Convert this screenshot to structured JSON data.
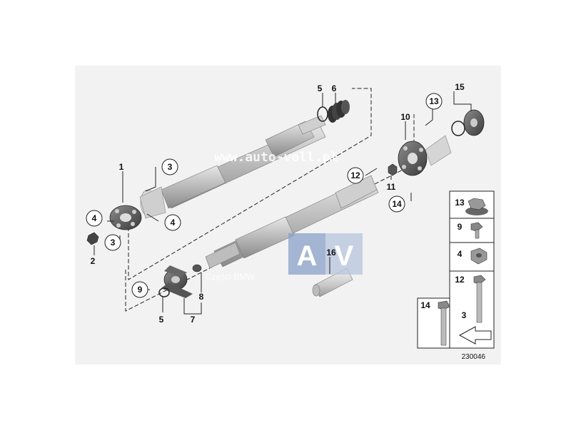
{
  "diagram": {
    "image_number": "230046",
    "watermark_url": "www.auto-voll.pl",
    "watermark_logo": "AV",
    "watermark_caption": "Części BMW",
    "callouts": [
      {
        "id": "c1",
        "label": "1",
        "circled": false
      },
      {
        "id": "c2",
        "label": "2",
        "circled": false
      },
      {
        "id": "c3a",
        "label": "3",
        "circled": true
      },
      {
        "id": "c3b",
        "label": "3",
        "circled": true
      },
      {
        "id": "c4a",
        "label": "4",
        "circled": true
      },
      {
        "id": "c4b",
        "label": "4",
        "circled": true
      },
      {
        "id": "c5a",
        "label": "5",
        "circled": false
      },
      {
        "id": "c5b",
        "label": "5",
        "circled": false
      },
      {
        "id": "c6",
        "label": "6",
        "circled": false
      },
      {
        "id": "c7",
        "label": "7",
        "circled": false
      },
      {
        "id": "c8",
        "label": "8",
        "circled": false
      },
      {
        "id": "c9",
        "label": "9",
        "circled": true
      },
      {
        "id": "c10",
        "label": "10",
        "circled": false
      },
      {
        "id": "c11",
        "label": "11",
        "circled": false
      },
      {
        "id": "c12",
        "label": "12",
        "circled": true
      },
      {
        "id": "c13",
        "label": "13",
        "circled": true
      },
      {
        "id": "c14",
        "label": "14",
        "circled": true
      },
      {
        "id": "c15",
        "label": "15",
        "circled": false
      },
      {
        "id": "c16",
        "label": "16",
        "circled": false
      }
    ],
    "legend": [
      {
        "id": "l13",
        "label": "13"
      },
      {
        "id": "l9",
        "label": "9"
      },
      {
        "id": "l4",
        "label": "4"
      },
      {
        "id": "l12",
        "label": "12"
      },
      {
        "id": "l3",
        "label": "3"
      },
      {
        "id": "l14",
        "label": "14"
      }
    ]
  }
}
